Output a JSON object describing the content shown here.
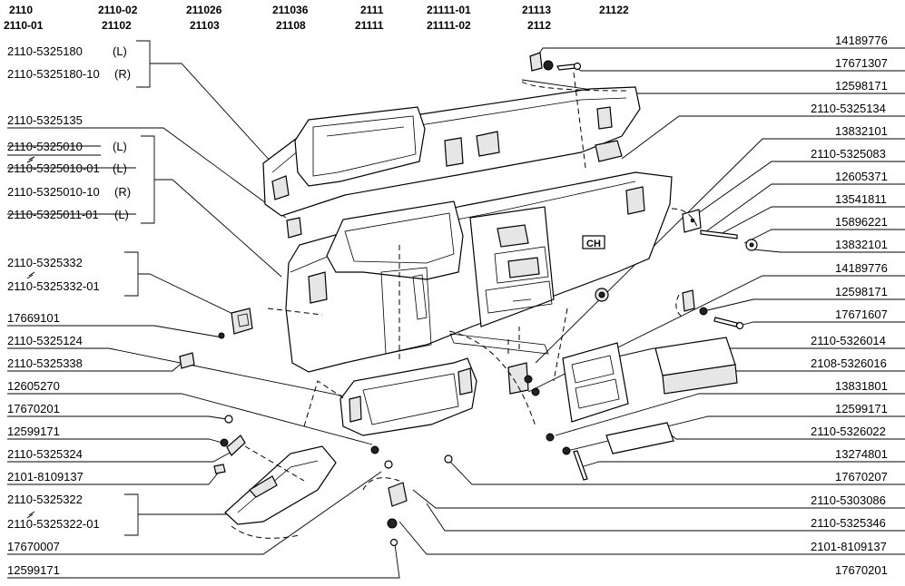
{
  "header": {
    "columns": [
      {
        "top": "2110",
        "bottom": "2110-01"
      },
      {
        "top": "2110-02",
        "bottom": "21102"
      },
      {
        "top": "211026",
        "bottom": "21103"
      },
      {
        "top": "211036",
        "bottom": "21108"
      },
      {
        "top": "2111",
        "bottom": "21111"
      },
      {
        "top": "21111-01",
        "bottom": "21111-02"
      },
      {
        "top": "21113",
        "bottom": "2112"
      },
      {
        "top": "21122",
        "bottom": ""
      }
    ]
  },
  "left_labels": [
    "2110-5325180",
    "(L)",
    "2110-5325180-10",
    "(R)",
    "2110-5325135",
    "2110-5325010",
    "(L)",
    "2110-5325010-01",
    "(L)",
    "2110-5325010-10",
    "(R)",
    "2110-5325011-01",
    "(L)",
    "2110-5325332",
    "2110-5325332-01",
    "17669101",
    "2110-5325124",
    "2110-5325338",
    "12605270",
    "17670201",
    "12599171",
    "2110-5325324",
    "2101-8109137",
    "2110-5325322",
    "2110-5325322-01",
    "17670007",
    "12599171"
  ],
  "right_labels": [
    "14189776",
    "17671307",
    "12598171",
    "2110-5325134",
    "13832101",
    "2110-5325083",
    "12605371",
    "13541811",
    "15896221",
    "13832101",
    "14189776",
    "12598171",
    "17671607",
    "2110-5326014",
    "2108-5326016",
    "13831801",
    "12599171",
    "2110-5326022",
    "13274801",
    "17670207",
    "2110-5303086",
    "2110-5325346",
    "2101-8109137",
    "17670201"
  ],
  "emblem_text": "CH"
}
